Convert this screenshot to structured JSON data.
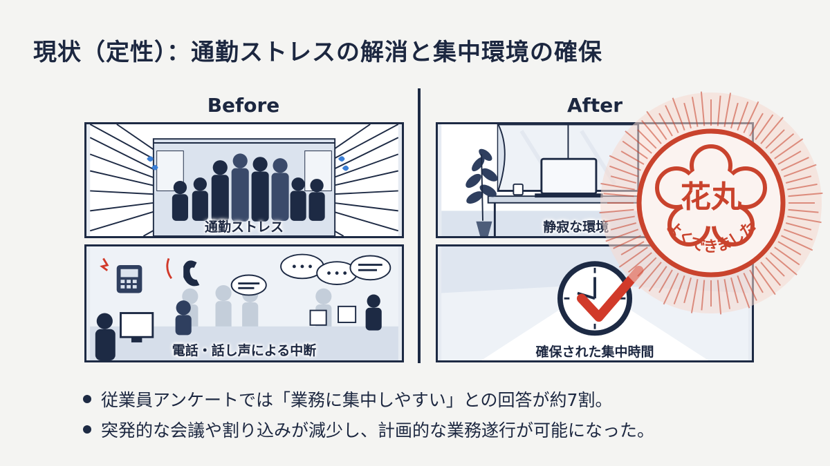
{
  "title": "現状（定性）：通勤ストレスの解消と集中環境の確保",
  "before": {
    "heading": "Before",
    "panels": [
      {
        "caption": "通勤ストレス"
      },
      {
        "caption": "電話・話し声による中断"
      }
    ]
  },
  "after": {
    "heading": "After",
    "panels": [
      {
        "caption": "静寂な環境"
      },
      {
        "caption": "確保された集中時間"
      }
    ]
  },
  "stamp": {
    "main_text": "花丸",
    "sub_text": "よくできました",
    "color": "#c9432d"
  },
  "bullets": [
    "従業員アンケートでは「業務に集中しやすい」との回答が約7割。",
    "突発的な会議や割り込みが減少し、計画的な業務遂行が可能になった。"
  ],
  "colors": {
    "navy": "#1d2a44",
    "panel_bg": "#e6ebf2",
    "check_red": "#d13a2a"
  }
}
